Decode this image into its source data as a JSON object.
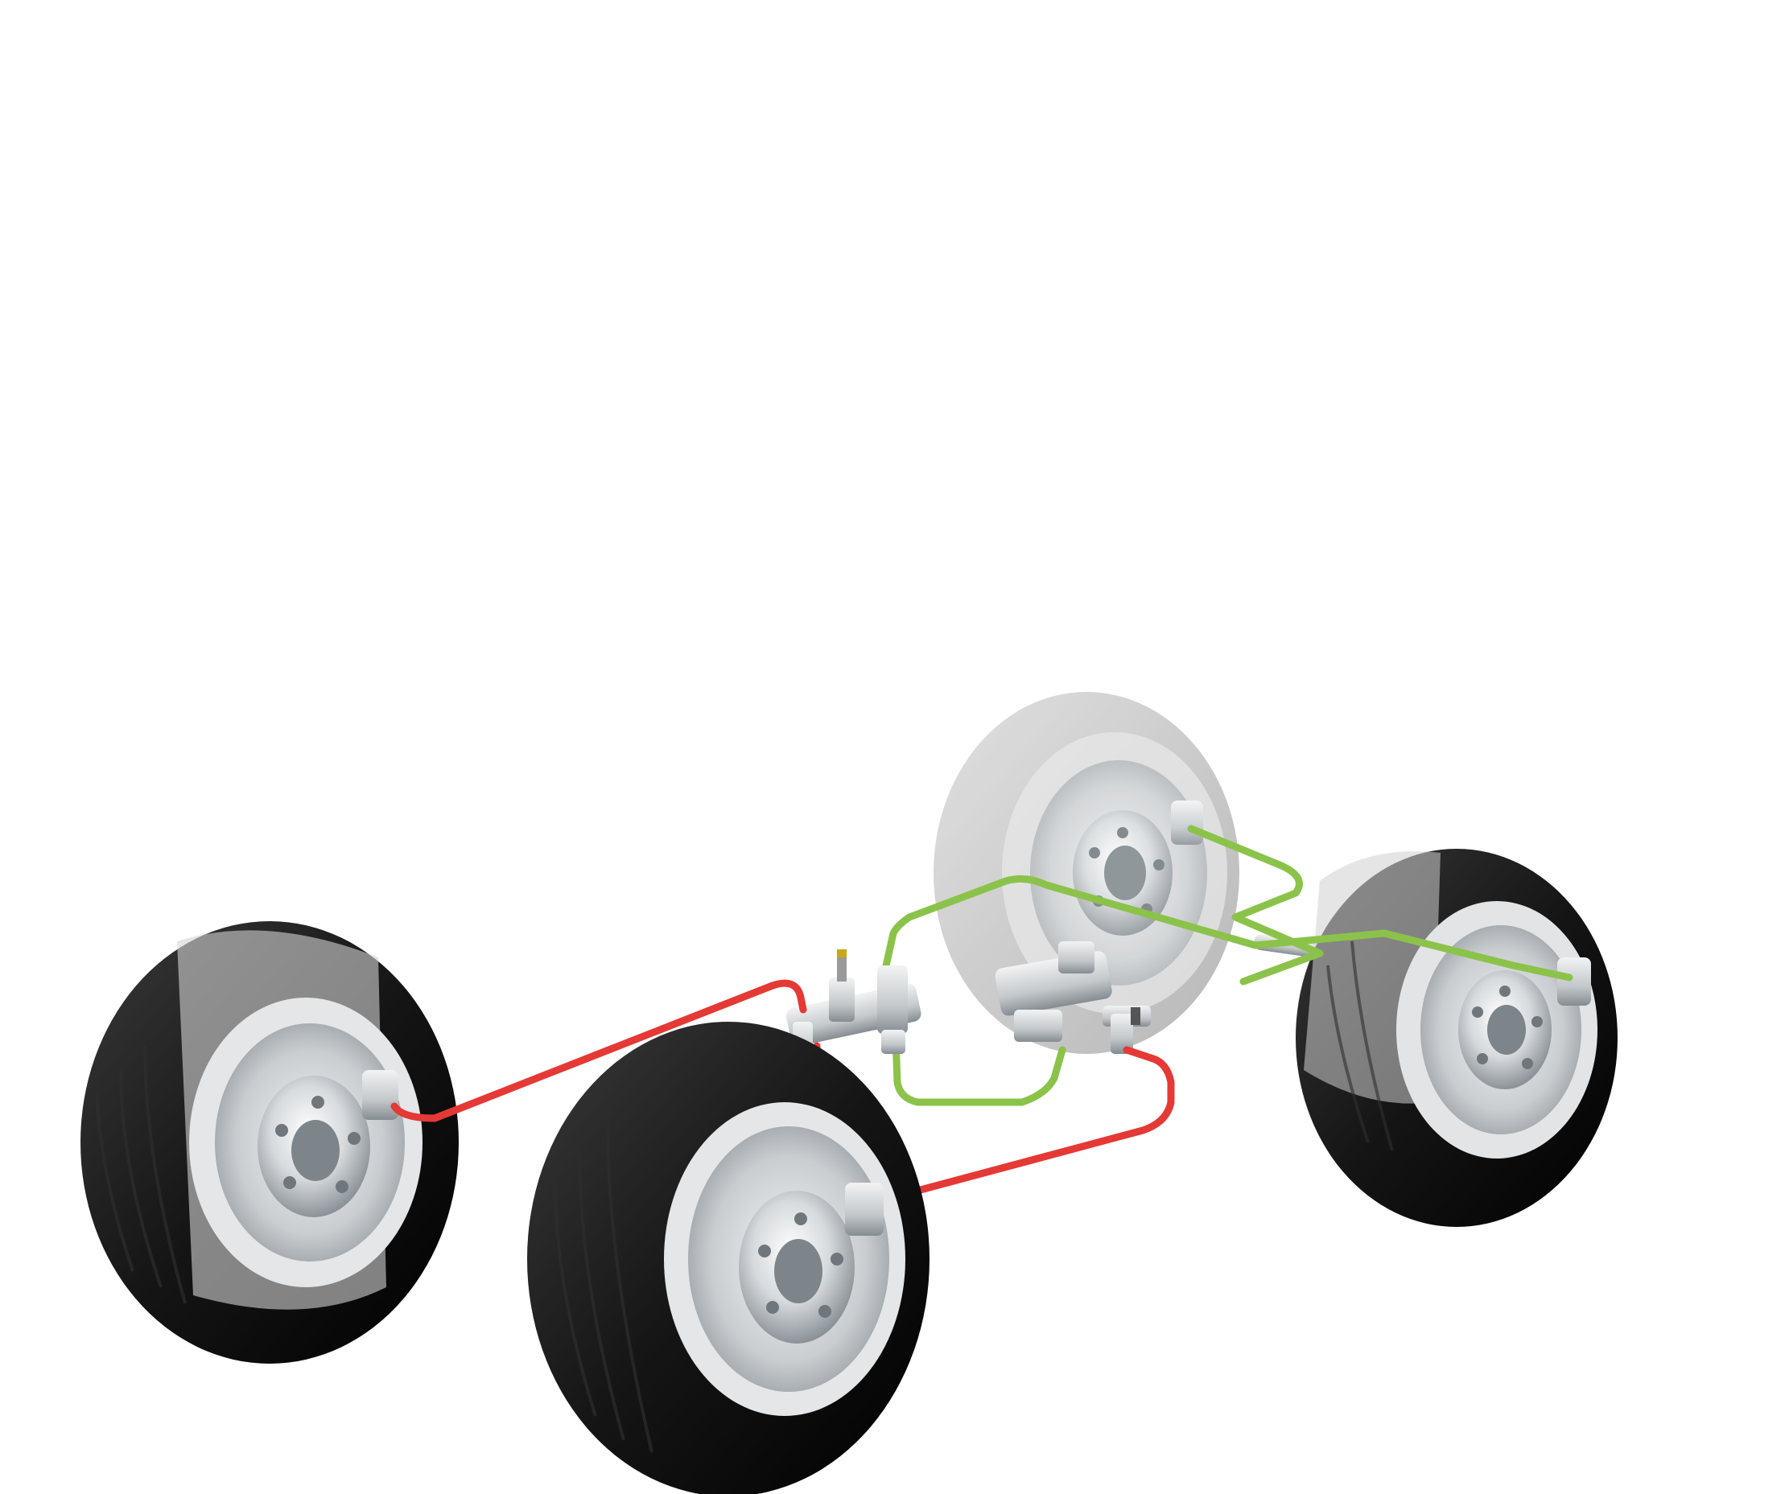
{
  "diagram": {
    "subject": "",
    "colors": {
      "background": "#ffffff",
      "circuit_a": "#e53935",
      "circuit_b": "#8bc34a",
      "tire": "#1c1c1c",
      "tire_ghost": "#b8b8b8",
      "metal": "#d9dde0",
      "metal_dark": "#8f969b"
    },
    "wheels": [
      {
        "id": "rear-left",
        "state": "solid"
      },
      {
        "id": "front-left",
        "state": "solid"
      },
      {
        "id": "rear-right",
        "state": "transparent"
      },
      {
        "id": "front-right",
        "state": "partially-transparent"
      }
    ],
    "brake_circuits": [
      {
        "id": "circuit-a",
        "color": "#e53935"
      },
      {
        "id": "circuit-b",
        "color": "#8bc34a"
      }
    ],
    "components": [
      {
        "id": "master-cylinder-left",
        "icon": "master-cylinder-icon"
      },
      {
        "id": "master-cylinder-right",
        "icon": "master-cylinder-icon"
      },
      {
        "id": "axle-rod",
        "icon": "axle-icon"
      }
    ]
  }
}
